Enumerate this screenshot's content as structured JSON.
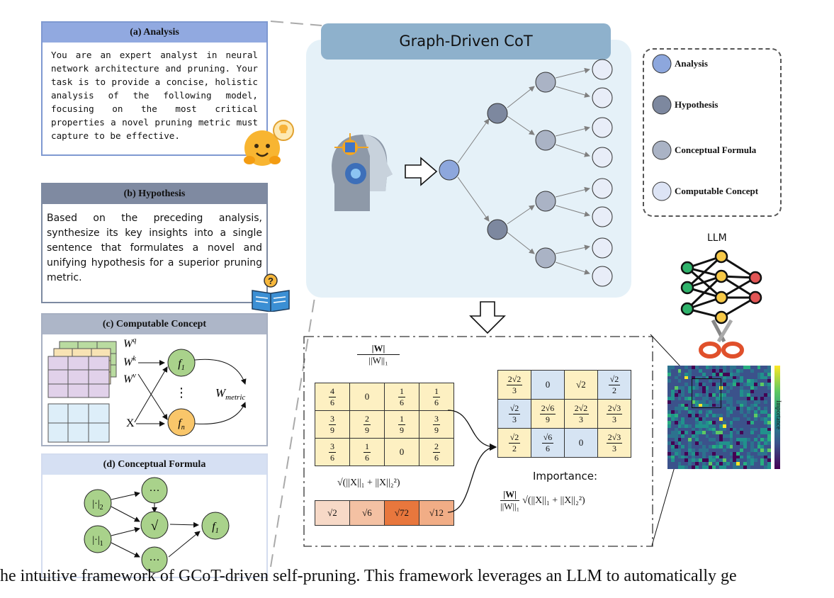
{
  "panels": {
    "analysis": {
      "title": "(a) Analysis",
      "text": "You are an expert analyst in neural network architecture and pruning. Your task is to provide a concise, holistic analysis of the following model, focusing on the most critical properties a novel pruning metric must capture to be effective."
    },
    "hypothesis": {
      "title": "(b) Hypothesis",
      "text": "Based on the preceding analysis, synthesize its key insights into a single sentence that formulates a novel and unifying hypothesis for a superior pruning metric."
    },
    "computable": {
      "title": "(c) Computable Concept",
      "wq": "W",
      "wq_sup": "q",
      "wk": "W",
      "wk_sup": "k",
      "wv": "W",
      "wv_sup": "v",
      "x": "X",
      "f1": "f",
      "f1_sub": "1",
      "fn": "f",
      "fn_sub": "n",
      "dots": "⋮",
      "wmetric": "W",
      "wmetric_sub": "metric"
    },
    "conceptual": {
      "title": "(d) Conceptual Formula",
      "n_l2": "|·|",
      "n_l2_sub": "2",
      "n_l1": "|·|",
      "n_l1_sub": "1",
      "dots_top": "···",
      "sqrt": "√",
      "dots_bot": "···",
      "f1": "f",
      "f1_sub": "1"
    }
  },
  "cot": {
    "title": "Graph-Driven CoT"
  },
  "legend": [
    {
      "label": "Analysis",
      "color": "#8da7dd"
    },
    {
      "label": "Hypothesis",
      "color": "#7d889f"
    },
    {
      "label": "Conceptual Formula",
      "color": "#aab3c5"
    },
    {
      "label": "Computable Concept",
      "color": "#dde4f5"
    }
  ],
  "llm": {
    "label": "LLM"
  },
  "formula": {
    "norm_w_num": "|W|",
    "norm_w_den": "||W||₁",
    "norm_x": "√(||X||₁ + ||X||₂²)",
    "importance_label": "Importance:",
    "importance_formula": "|W| / ||W||₁ · √(||X||₁ + ||X||₂²)",
    "imp_num": "|W|",
    "imp_den": "||W||₁",
    "imp_root": "√(||X||₁ + ||X||₂²)"
  },
  "weight_matrix": [
    [
      {
        "n": "4",
        "d": "6"
      },
      {
        "v": "0"
      },
      {
        "n": "1",
        "d": "6"
      },
      {
        "n": "1",
        "d": "6"
      }
    ],
    [
      {
        "n": "3",
        "d": "9"
      },
      {
        "n": "2",
        "d": "9"
      },
      {
        "n": "1",
        "d": "9"
      },
      {
        "n": "3",
        "d": "9"
      }
    ],
    [
      {
        "n": "3",
        "d": "6"
      },
      {
        "n": "1",
        "d": "6"
      },
      {
        "v": "0"
      },
      {
        "n": "2",
        "d": "6"
      }
    ]
  ],
  "x_vector": [
    "√2",
    "√6",
    "√72",
    "√12"
  ],
  "x_vector_colors": [
    "#f7d9c7",
    "#f4c1a3",
    "#e8773d",
    "#f1ad86"
  ],
  "importance_matrix": [
    [
      {
        "n": "2√2",
        "d": "3",
        "c": "#fdf0c2"
      },
      {
        "v": "0",
        "c": "#d6e4f3"
      },
      {
        "v": "√2",
        "c": "#fdf0c2"
      },
      {
        "n": "√2",
        "d": "2",
        "c": "#d6e4f3"
      }
    ],
    [
      {
        "n": "√2",
        "d": "3",
        "c": "#d6e4f3"
      },
      {
        "n": "2√6",
        "d": "9",
        "c": "#fdf0c2"
      },
      {
        "n": "2√2",
        "d": "3",
        "c": "#fdf0c2"
      },
      {
        "n": "2√3",
        "d": "3",
        "c": "#fdf0c2"
      }
    ],
    [
      {
        "n": "√2",
        "d": "2",
        "c": "#fdf0c2"
      },
      {
        "n": "√6",
        "d": "6",
        "c": "#d6e4f3"
      },
      {
        "v": "0",
        "c": "#d6e4f3"
      },
      {
        "n": "2√3",
        "d": "3",
        "c": "#fdf0c2"
      }
    ]
  ],
  "heatmap": {
    "colorbar_label": "Importance"
  },
  "caption": "he intuitive framework of GCoT-driven self-pruning. This framework leverages an LLM to automatically ge"
}
